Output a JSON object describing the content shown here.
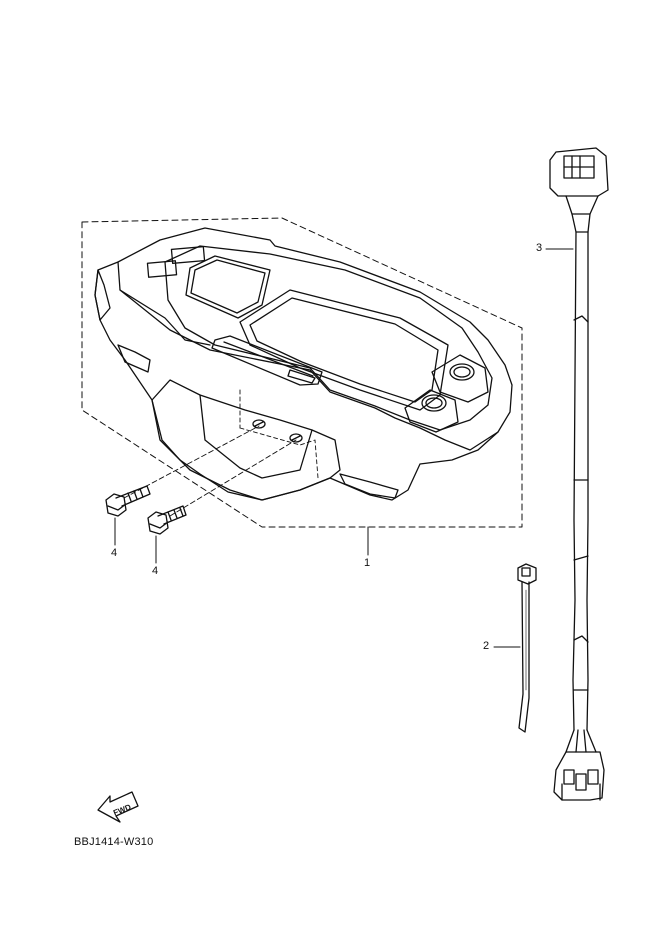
{
  "diagram": {
    "callouts": {
      "meter_assembly": "1",
      "cable_tie": "2",
      "wire_harness": "3",
      "bolt_left": "4",
      "bolt_right": "4"
    },
    "fwd_label": "FWD",
    "document_code": "BBJ1414-W310"
  }
}
